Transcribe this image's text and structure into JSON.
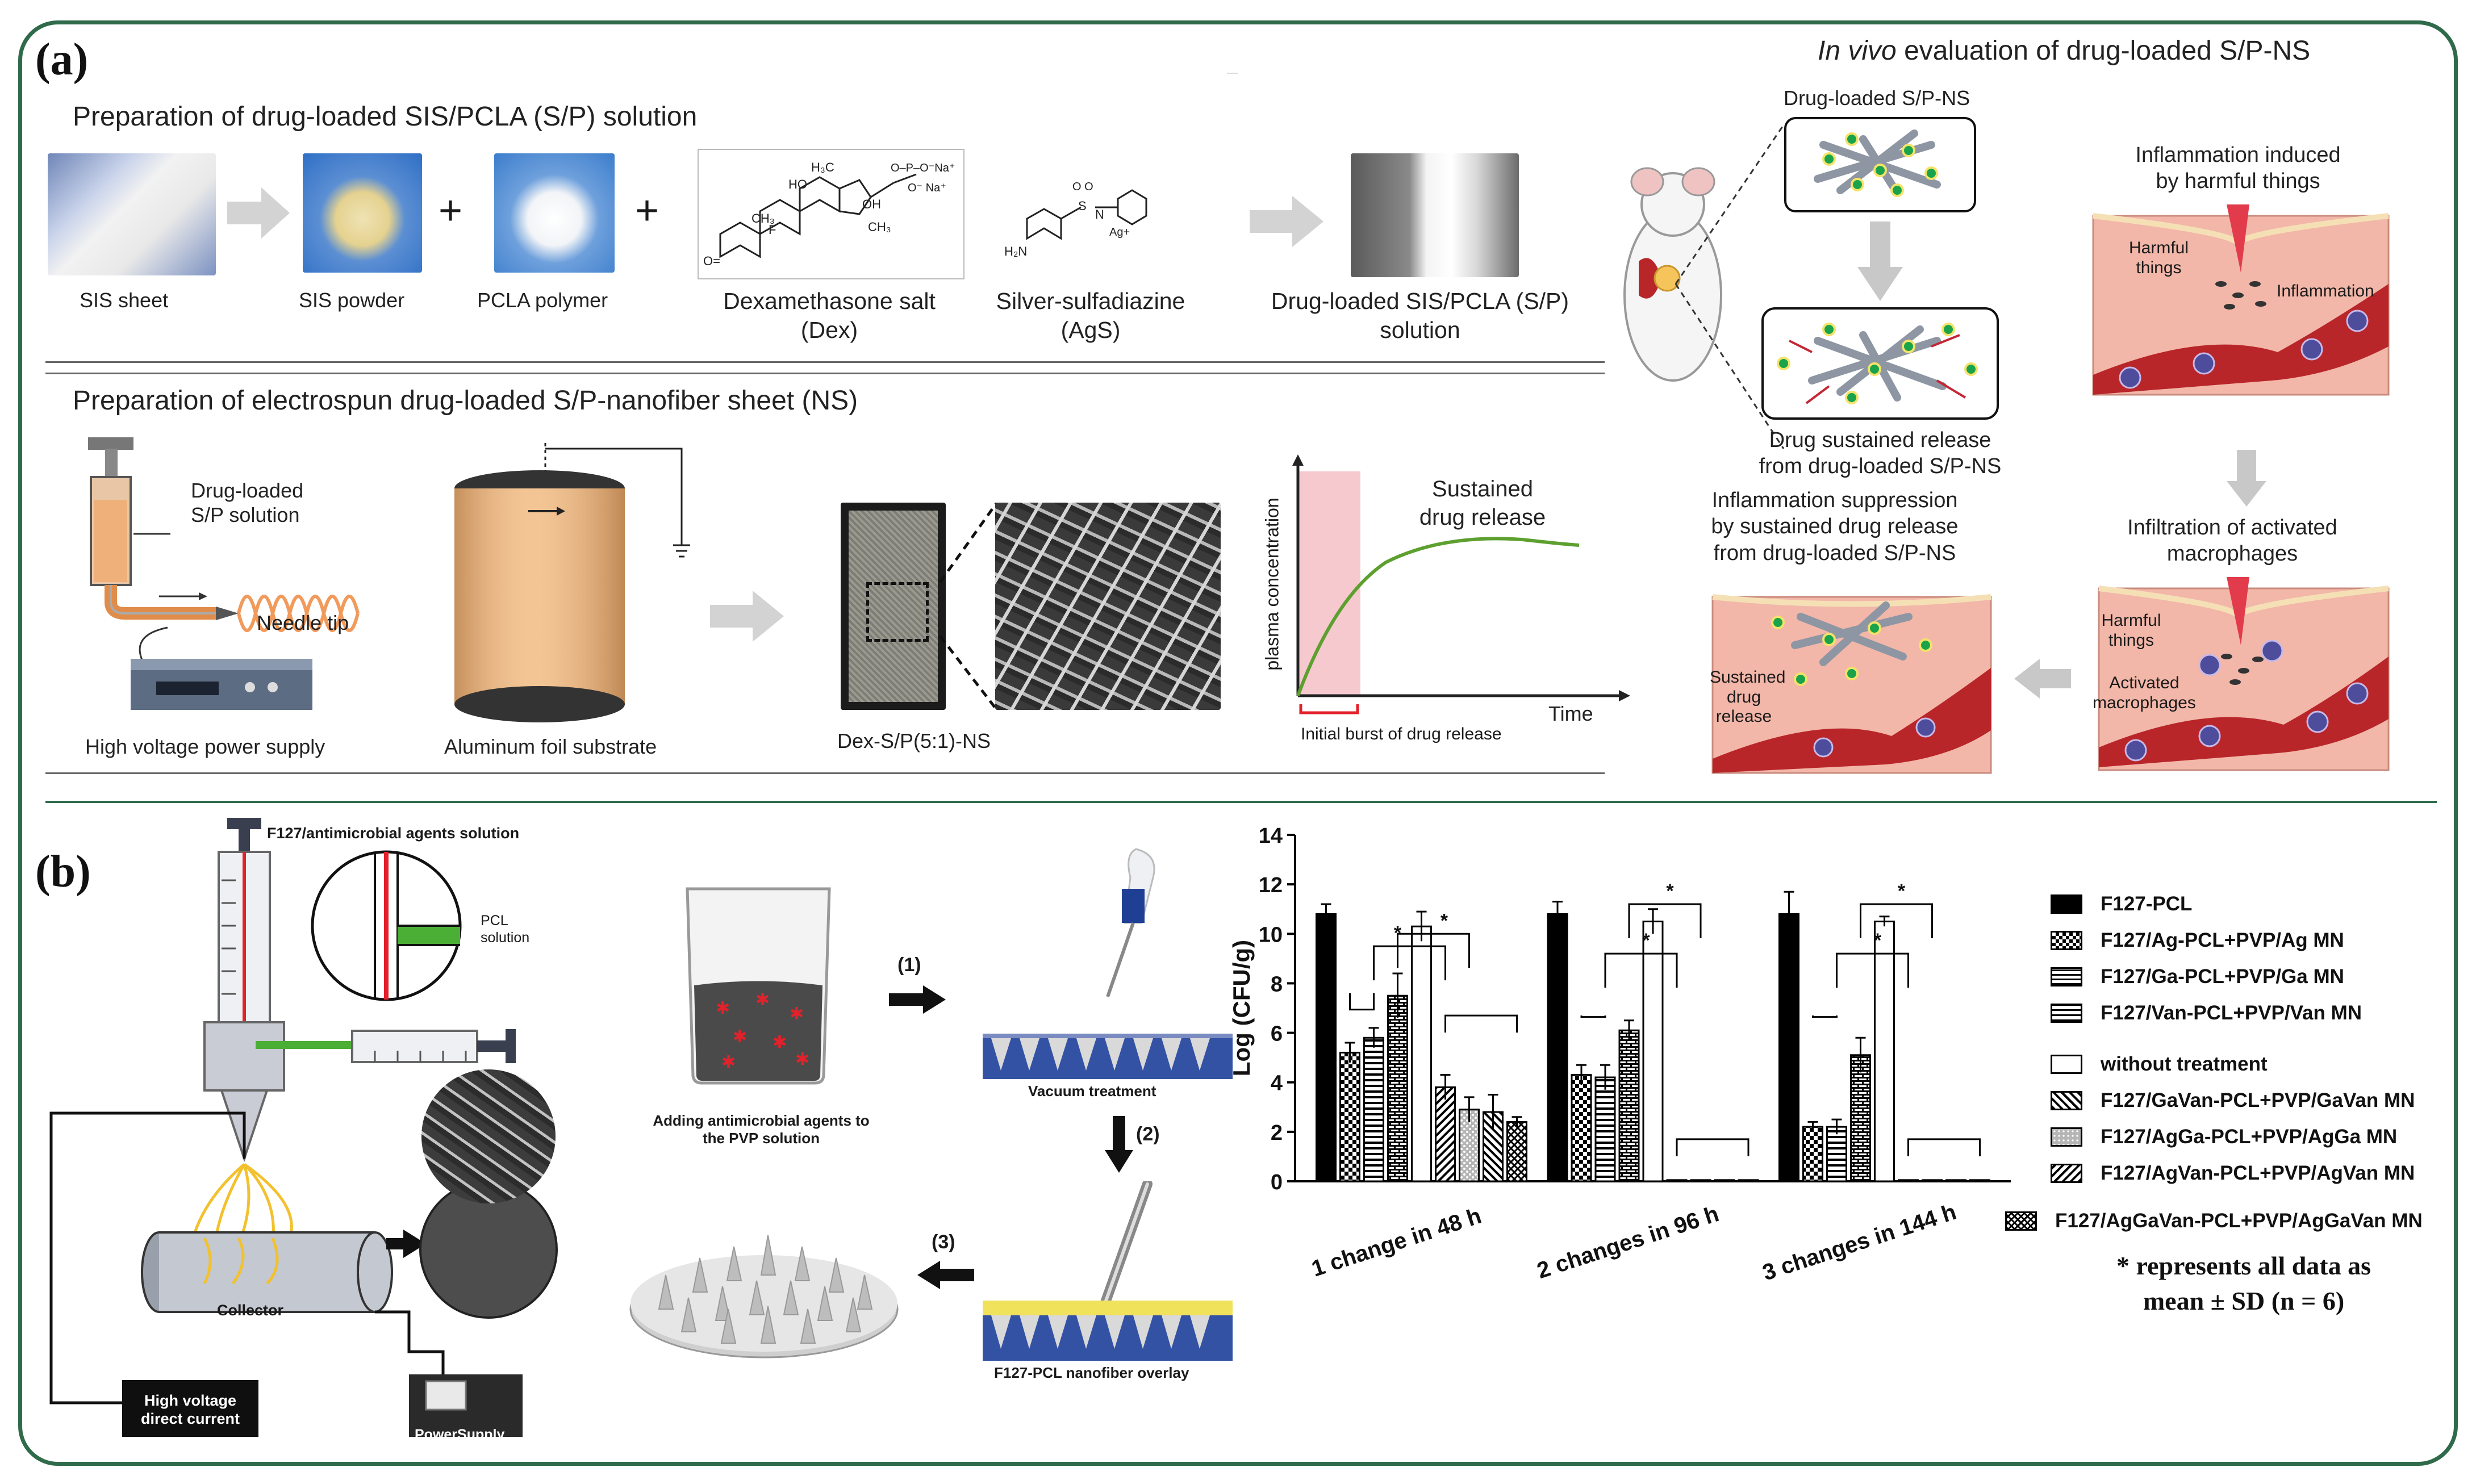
{
  "panel_a": {
    "label": "(a)",
    "prep_solution_title": "Preparation of drug-loaded SIS/PCLA (S/P) solution",
    "sis_sheet": "SIS sheet",
    "sis_powder": "SIS powder",
    "pcla": "PCLA polymer",
    "dex_line1": "Dexamethasone salt",
    "dex_line2": "(Dex)",
    "ags_line1": "Silver-sulfadiazine",
    "ags_line2": "(AgS)",
    "solution_line1": "Drug-loaded  SIS/PCLA (S/P)",
    "solution_line2": "solution",
    "plus": "+",
    "prep_ns_title": "Preparation of electrospun drug-loaded S/P-nanofiber sheet (NS)",
    "syringe_label_1": "Drug-loaded",
    "syringe_label_2": "S/P solution",
    "needle_tip": "Needle tip",
    "hv_supply": "High voltage  power  supply",
    "foil": "Aluminum foil substrate",
    "dex_ns": "Dex-S/P(5:1)-NS",
    "graph_ylabel": "plasma concentration",
    "graph_xlabel": "Time",
    "sustained_1": "Sustained",
    "sustained_2": "drug release",
    "burst": "Initial  burst of drug release",
    "invivo_italic": "In vivo",
    "invivo_rest": " evaluation of drug-loaded S/P-NS",
    "drug_loaded_ns": "Drug-loaded  S/P-NS",
    "sustained_release_1": "Drug sustained release",
    "sustained_release_2": "from drug-loaded  S/P-NS",
    "inflam_induced_1": "Inflammation  induced",
    "inflam_induced_2": "by harmful  things",
    "harmful_1": "Harmful",
    "harmful_2": "things",
    "inflammation": "Inflammation",
    "infiltration_1": "Infiltration  of activated",
    "infiltration_2": "macrophages",
    "suppression_1": "Inflammation  suppression",
    "suppression_2": "by sustained drug release",
    "suppression_3": "from drug-loaded  S/P-NS",
    "sustained_drug_1": "Sustained",
    "sustained_drug_2": "drug",
    "sustained_drug_3": "release",
    "activated_1": "Activated",
    "activated_2": "macrophages"
  },
  "panel_b": {
    "label": "(b)",
    "f127_solution": "F127/antimicrobial agents solution",
    "pcl_1": "PCL",
    "pcl_2": "solution",
    "collector": "Collector",
    "hv_dc_1": "High voltage",
    "hv_dc_2": "direct current",
    "power_supply": "PowerSupply",
    "adding_1": "Adding antimicrobial agents to",
    "adding_2": "the PVP solution",
    "step1": "(1)",
    "step2": "(2)",
    "step3": "(3)",
    "vacuum": "Vacuum treatment",
    "overlay": "F127-PCL nanofiber overlay",
    "note_1": "* represents all data as",
    "note_2": "mean ± SD (n = 6)"
  },
  "chart_data": {
    "type": "bar",
    "ylabel": "Log (CFU/g)",
    "ylim": [
      0,
      14
    ],
    "yticks": [
      0,
      2,
      4,
      6,
      8,
      10,
      12,
      14
    ],
    "categories": [
      "1 change in 48 h",
      "2 changes in 96 h",
      "3 changes in 144 h"
    ],
    "series": [
      {
        "name": "F127-PCL",
        "values": [
          10.8,
          10.8,
          10.8
        ],
        "errors": [
          0.4,
          0.5,
          0.9
        ],
        "fill": "solid"
      },
      {
        "name": "F127/Ag-PCL+PVP/Ag MN",
        "values": [
          5.2,
          4.3,
          2.2
        ],
        "errors": [
          0.4,
          0.4,
          0.2
        ],
        "fill": "check"
      },
      {
        "name": "F127/Ga-PCL+PVP/Ga MN",
        "values": [
          5.8,
          4.2,
          2.2
        ],
        "errors": [
          0.4,
          0.5,
          0.3
        ],
        "fill": "hlines"
      },
      {
        "name": "F127/Van-PCL+PVP/Van MN",
        "values": [
          7.5,
          6.1,
          5.1
        ],
        "errors": [
          0.9,
          0.4,
          0.7
        ],
        "fill": "brick"
      },
      {
        "name": "without treatment",
        "values": [
          10.3,
          10.5,
          10.5
        ],
        "errors": [
          0.6,
          0.5,
          0.2
        ],
        "fill": "white"
      },
      {
        "name": "F127/GaVan-PCL+PVP/GaVan MN",
        "values": [
          3.8,
          0.05,
          0.05
        ],
        "errors": [
          0.5,
          0,
          0
        ],
        "fill": "diag"
      },
      {
        "name": "F127/AgGa-PCL+PVP/AgGa MN",
        "values": [
          2.9,
          0.05,
          0.05
        ],
        "errors": [
          0.5,
          0,
          0
        ],
        "fill": "dots"
      },
      {
        "name": "F127/AgVan-PCL+PVP/AgVan MN",
        "values": [
          2.8,
          0.05,
          0.05
        ],
        "errors": [
          0.7,
          0,
          0
        ],
        "fill": "backdiag"
      },
      {
        "name": "F127/AgGaVan-PCL+PVP/AgGaVan MN",
        "values": [
          2.4,
          0.05,
          0.05
        ],
        "errors": [
          0.2,
          0,
          0
        ],
        "fill": "cross"
      }
    ],
    "significance_marker": "*",
    "colors": {
      "bar_stroke": "#000000",
      "solid": "#000000"
    }
  },
  "colors": {
    "frame": "#2f6b4a",
    "tissue": "#f2b7a9",
    "vessel": "#b8262a",
    "curve": "#5da02f",
    "burst_region": "#f6c9cf",
    "drug_dot": "#1aa34a",
    "copper": "#f0b07a"
  }
}
